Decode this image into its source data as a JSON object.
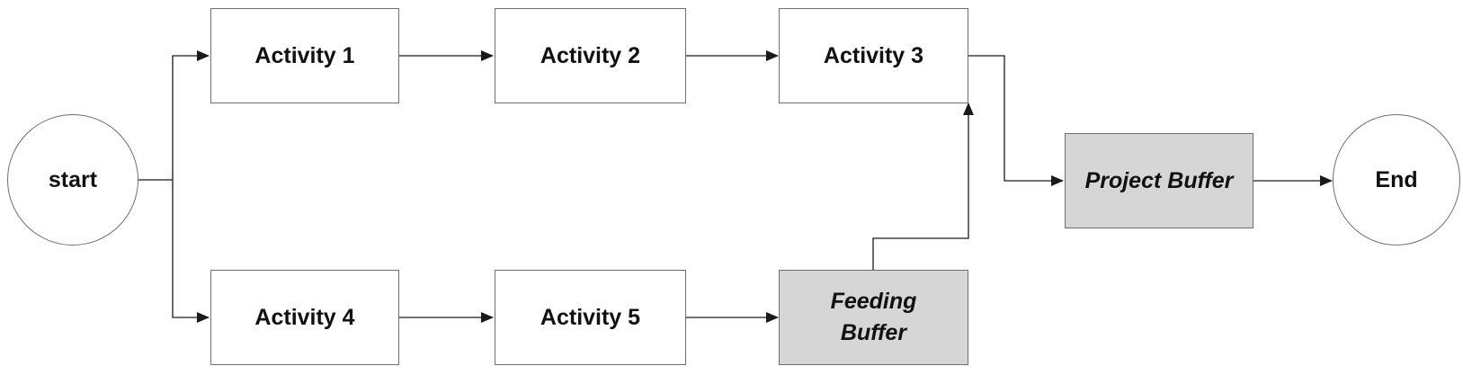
{
  "diagram": {
    "nodes": {
      "start": "start",
      "activity1": "Activity 1",
      "activity2": "Activity 2",
      "activity3": "Activity 3",
      "activity4": "Activity 4",
      "activity5": "Activity 5",
      "feeding_buffer": "Feeding\nBuffer",
      "project_buffer": "Project Buffer",
      "end": "End"
    },
    "colors": {
      "box_fill": "#ffffff",
      "buffer_fill": "#d6d6d6",
      "border": "#6f6f6f",
      "connector": "#1a1a1a",
      "text": "#111111"
    }
  }
}
